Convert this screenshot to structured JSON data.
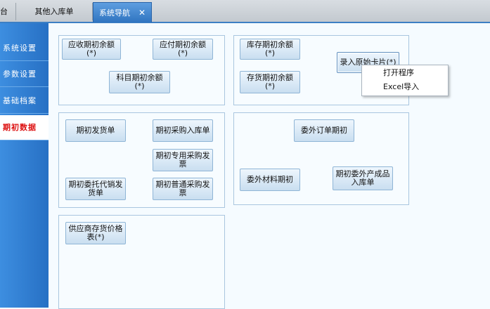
{
  "tabs": [
    {
      "label": "台"
    },
    {
      "label": "其他入库单"
    },
    {
      "label": "系统导航",
      "close": "✕"
    }
  ],
  "sidebar": {
    "items": [
      {
        "label": "系统设置"
      },
      {
        "label": "参数设置"
      },
      {
        "label": "基础档案"
      },
      {
        "label": "期初数据"
      }
    ]
  },
  "groups": {
    "g1": {
      "buttons": [
        "应收期初余额(*)",
        "应付期初余额(*)",
        "科目期初余额(*)"
      ]
    },
    "g2": {
      "buttons": [
        "库存期初余额(*)",
        "录入原始卡片(*)",
        "存货期初余额(*)"
      ]
    },
    "g3": {
      "buttons": [
        "期初发货单",
        "期初采购入库单",
        "期初专用采购发票",
        "期初委托代销发货单",
        "期初普通采购发票"
      ]
    },
    "g4": {
      "buttons": [
        "委外订单期初",
        "委外材料期初",
        "期初委外产成品入库单"
      ]
    },
    "g5": {
      "buttons": [
        "供应商存货价格表(*)"
      ]
    }
  },
  "context_menu": {
    "items": [
      "打开程序",
      "Excel导入"
    ]
  }
}
